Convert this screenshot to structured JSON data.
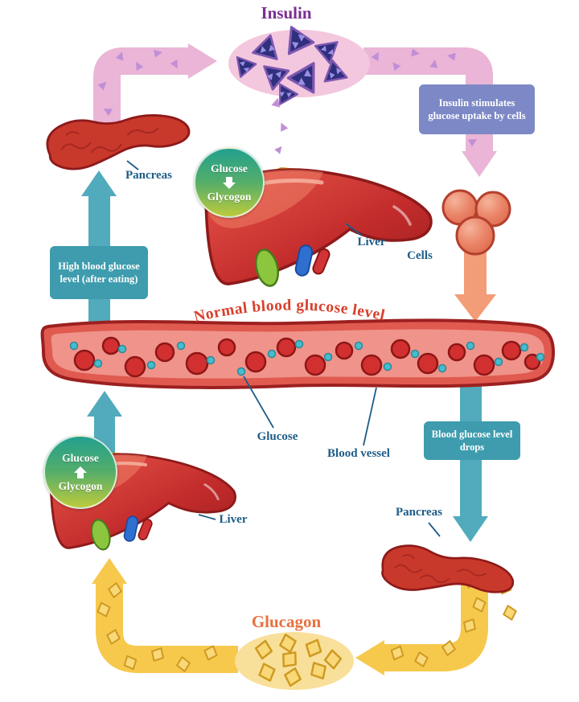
{
  "titles": {
    "insulin": "Insulin",
    "glucagon": "Glucagon"
  },
  "labels": {
    "pancreas_top": "Pancreas",
    "liver_top": "Liver",
    "cells": "Cells",
    "glucose": "Glucose",
    "blood_vessel": "Blood vessel",
    "liver_bottom": "Liver",
    "pancreas_bottom": "Pancreas",
    "normal_level": "Normal blood glucose level"
  },
  "callouts": {
    "insulin_stimulates": "Insulin stimulates glucose uptake by cells",
    "high_blood": "High blood glucose level (after eating)",
    "glucose_drops": "Blood glucose level drops"
  },
  "badges": {
    "top": {
      "top_text": "Glucose",
      "direction": "down",
      "bottom_text": "Glycogon"
    },
    "bottom": {
      "top_text": "Glucose",
      "direction": "up",
      "bottom_text": "Glycogon"
    }
  },
  "colors": {
    "insulin_title": "#7b2f92",
    "glucagon_title": "#e8703f",
    "label_blue": "#1d5c88",
    "teal": "#3e9cae",
    "slate_box": "#7d89c6",
    "pink": "#eab5d6",
    "yellow": "#f6c94d",
    "orange": "#f29d78",
    "vessel_red": "#d8402c",
    "badge_gradient_top": "#23a08e",
    "badge_gradient_bottom": "#bcca3c"
  }
}
